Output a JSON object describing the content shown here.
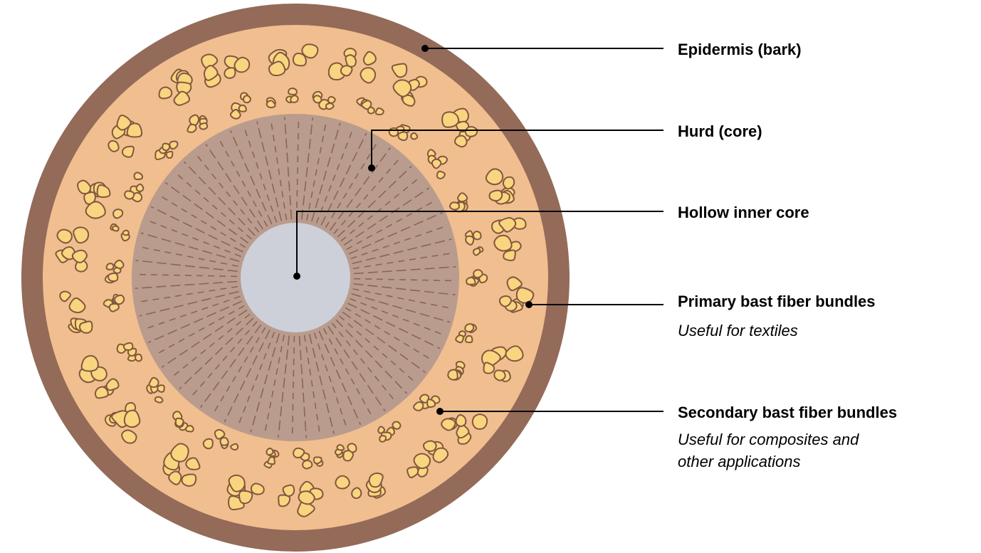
{
  "colors": {
    "bark": "#946A59",
    "cortex": "#F1BE8F",
    "hurd": "#B99C8E",
    "ray_line": "#8C6455",
    "hollow": "#CDD0D8",
    "fiber_fill": "#F9D580",
    "fiber_stroke": "#82573F",
    "leader": "#000000"
  },
  "labels": {
    "epidermis": "Epidermis (bark)",
    "hurd": "Hurd (core)",
    "hollow": "Hollow inner core",
    "primary": "Primary bast fiber bundles",
    "primary_note": "Useful for textiles",
    "secondary": "Secondary bast fiber bundles",
    "secondary_note_line1": "Useful for composites and",
    "secondary_note_line2": "other applications"
  }
}
